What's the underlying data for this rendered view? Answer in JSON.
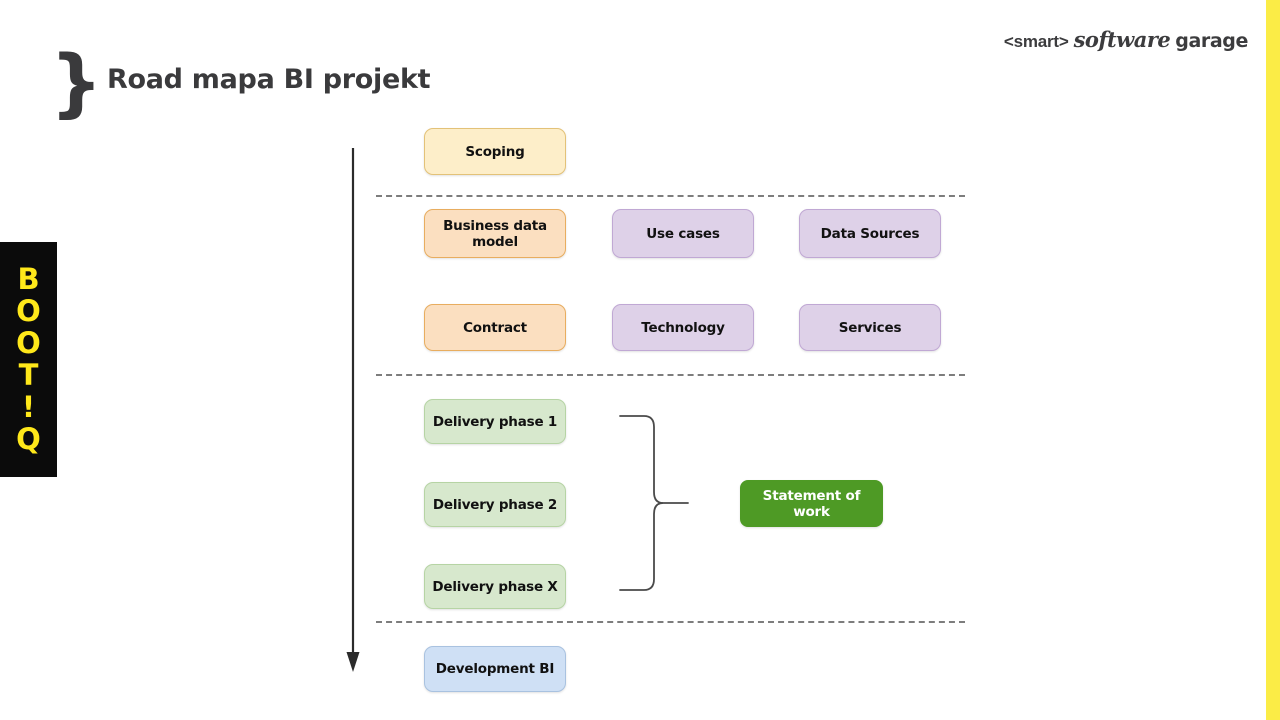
{
  "slide": {
    "title": "Road mapa BI projekt",
    "brace_mark": "}"
  },
  "logo": {
    "smart": "<smart>",
    "software": "software",
    "garage": "garage"
  },
  "side_tab": {
    "name": "BOOT!Q",
    "letters": [
      "B",
      "O",
      "O",
      "T",
      "!",
      "Q"
    ],
    "background": "#0b0b0b",
    "text_color": "#ffe81a"
  },
  "accent": {
    "right_bar_color": "#fbec46"
  },
  "diagram": {
    "timeline_arrow_label": "project-timeline-arrow",
    "dividers": 3,
    "brace_connector_label": "delivery-phases-brace",
    "rows": [
      {
        "id": "scoping",
        "nodes": [
          {
            "label": "Scoping",
            "color": "#fdeec9",
            "border": "#e3c278"
          }
        ]
      },
      {
        "id": "analysis",
        "nodes": [
          {
            "label": "Business data model",
            "color": "#fbdfc0",
            "border": "#e8ad5f"
          },
          {
            "label": "Use cases",
            "color": "#ded1e8",
            "border": "#c0a8d4"
          },
          {
            "label": "Data Sources",
            "color": "#ded1e8",
            "border": "#c0a8d4"
          }
        ]
      },
      {
        "id": "agreement",
        "nodes": [
          {
            "label": "Contract",
            "color": "#fbdfc0",
            "border": "#e8ad5f"
          },
          {
            "label": "Technology",
            "color": "#ded1e8",
            "border": "#c0a8d4"
          },
          {
            "label": "Services",
            "color": "#ded1e8",
            "border": "#c0a8d4"
          }
        ]
      },
      {
        "id": "delivery",
        "nodes": [
          {
            "label": "Delivery phase 1",
            "color": "#d7e8cd",
            "border": "#b6d4a4"
          },
          {
            "label": "Delivery phase 2",
            "color": "#d7e8cd",
            "border": "#b6d4a4"
          },
          {
            "label": "Delivery phase X",
            "color": "#d7e8cd",
            "border": "#b6d4a4"
          }
        ],
        "grouped_output": {
          "label": "Statement of work",
          "color": "#4e9a25",
          "text_color": "#ffffff"
        }
      },
      {
        "id": "development",
        "nodes": [
          {
            "label": "Development BI",
            "color": "#cfe0f5",
            "border": "#a9c2e0"
          }
        ]
      }
    ]
  }
}
